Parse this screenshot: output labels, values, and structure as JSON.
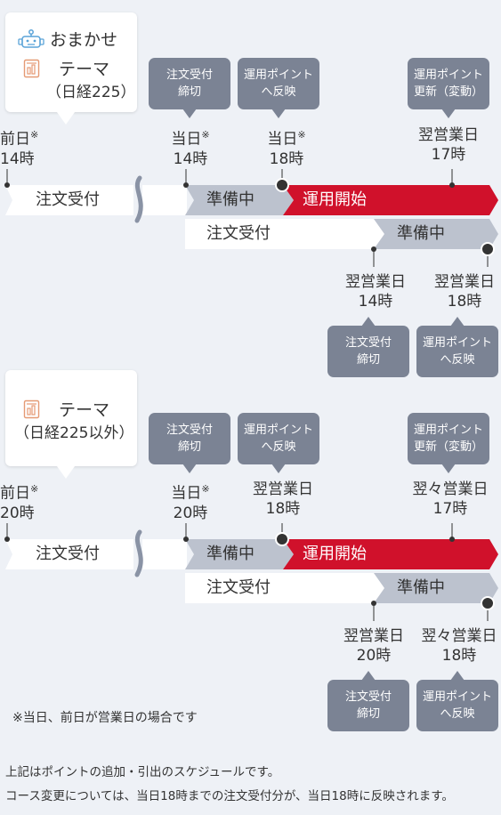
{
  "section1": {
    "legend": {
      "omakase": "おまかせ",
      "theme": "テーマ",
      "theme_sub": "（日経225）"
    },
    "bubbles_top": {
      "order_close": [
        "注文受付",
        "締切"
      ],
      "reflect": [
        "運用ポイント",
        "へ反映"
      ],
      "renew": [
        "運用ポイント",
        "更新（変動）"
      ]
    },
    "times_top": {
      "t1": [
        "前日",
        "14時"
      ],
      "t1_mark": "※",
      "t2": [
        "当日",
        "14時"
      ],
      "t2_mark": "※",
      "t3": [
        "当日",
        "18時"
      ],
      "t3_mark": "※",
      "t4": [
        "翌営業日",
        "17時"
      ]
    },
    "bars": {
      "order": "注文受付",
      "prep": "準備中",
      "start": "運用開始",
      "order2": "注文受付",
      "prep2": "準備中"
    },
    "times_bottom": {
      "b1": [
        "翌営業日",
        "14時"
      ],
      "b2": [
        "翌営業日",
        "18時"
      ]
    },
    "bubbles_bottom": {
      "order_close": [
        "注文受付",
        "締切"
      ],
      "reflect": [
        "運用ポイント",
        "へ反映"
      ]
    }
  },
  "section2": {
    "legend": {
      "theme": "テーマ",
      "theme_sub": "（日経225以外）"
    },
    "bubbles_top": {
      "order_close": [
        "注文受付",
        "締切"
      ],
      "reflect": [
        "運用ポイント",
        "へ反映"
      ],
      "renew": [
        "運用ポイント",
        "更新（変動）"
      ]
    },
    "times_top": {
      "t1": [
        "前日",
        "20時"
      ],
      "t1_mark": "※",
      "t2": [
        "当日",
        "20時"
      ],
      "t2_mark": "※",
      "t3": [
        "翌営業日",
        "18時"
      ],
      "t4": [
        "翌々営業日",
        "17時"
      ]
    },
    "bars": {
      "order": "注文受付",
      "prep": "準備中",
      "start": "運用開始",
      "order2": "注文受付",
      "prep2": "準備中"
    },
    "times_bottom": {
      "b1": [
        "翌営業日",
        "20時"
      ],
      "b2": [
        "翌々営業日",
        "18時"
      ]
    },
    "bubbles_bottom": {
      "order_close": [
        "注文受付",
        "締切"
      ],
      "reflect": [
        "運用ポイント",
        "へ反映"
      ]
    }
  },
  "notes": {
    "footnote": "※当日、前日が営業日の場合です",
    "line1": "上記はポイントの追加・引出のスケジュールです。",
    "line2": "コース変更については、当日18時までの注文受付分が、当日18時に反映されます。"
  },
  "colors": {
    "red": "#d0112b",
    "gray": "#bcc2ce",
    "bubble": "#7b8394",
    "white": "#ffffff"
  },
  "icons": {
    "omakase": "robot-icon",
    "theme": "chart-doc-icon"
  }
}
